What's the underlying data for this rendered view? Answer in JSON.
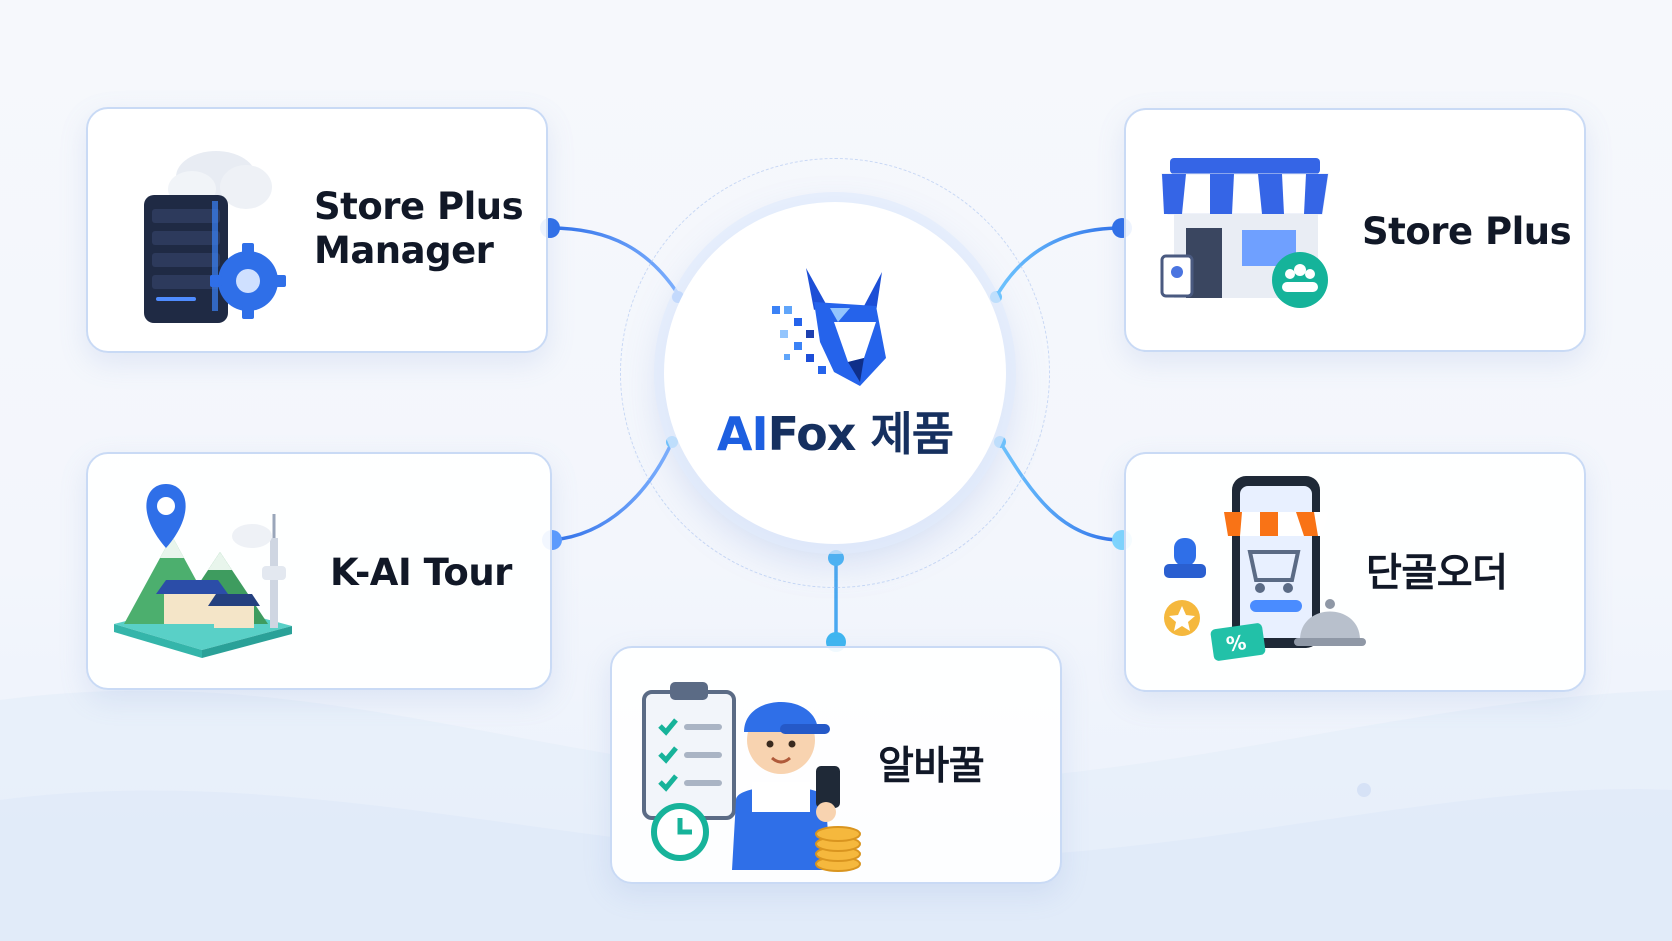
{
  "hub": {
    "title_accent": "AI",
    "title_rest": "Fox 제품"
  },
  "products": [
    {
      "label": "Store Plus\nManager",
      "icon": "server-cloud-gear-icon"
    },
    {
      "label": "Store Plus",
      "icon": "storefront-icon"
    },
    {
      "label": "K-AI Tour",
      "icon": "map-pin-landscape-icon"
    },
    {
      "label": "단골오더",
      "icon": "mobile-shop-order-icon"
    },
    {
      "label": "알바꿀",
      "icon": "worker-checklist-icon"
    }
  ],
  "colors": {
    "accent": "#1d5fe0",
    "connector": "#3b82f6",
    "connector_light": "#38bdf8",
    "card_border": "#c9daf5",
    "hub_text": "#16305f"
  }
}
